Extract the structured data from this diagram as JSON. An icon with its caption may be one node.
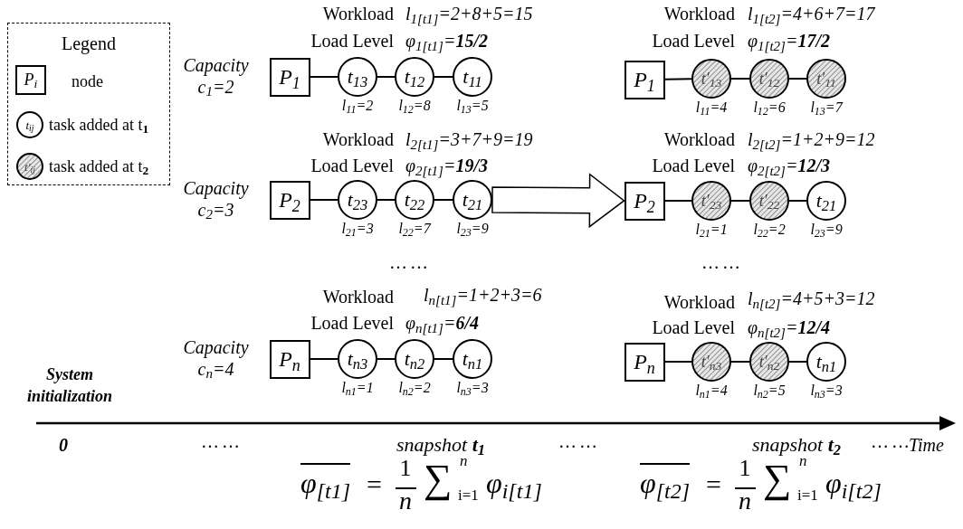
{
  "diagram": {
    "nodes": [
      {
        "text": [
          "Legend"
        ]
      },
      {
        "text": [
          "P$_{i}$"
        ],
        "in": 0,
        "beside": [
          "node"
        ]
      },
      {
        "text": [
          "t$_{ij}$"
        ],
        "in": 0,
        "beside": [
          "task added at t$_{1}$"
        ]
      },
      {
        "text": [
          "t′$_{ij}$"
        ],
        "in": 0,
        "beside": [
          "task added at t$_{2}$"
        ]
      },
      {
        "text": [
          "P$_{1}$"
        ],
        "beside": [
          "Capacity c$_{1}$=2"
        ]
      },
      {
        "text": [
          "t$_{13}$"
        ],
        "beside": [
          "l$_{11}$=2"
        ]
      },
      {
        "text": [
          "t$_{12}$"
        ],
        "beside": [
          "l$_{12}$=8"
        ]
      },
      {
        "text": [
          "t$_{11}$"
        ],
        "beside": [
          "l$_{13}$=5"
        ]
      },
      {
        "text": [
          "P$_{1}$"
        ]
      },
      {
        "text": [
          "t′$_{13}$"
        ],
        "beside": [
          "l$_{11}$=4"
        ]
      },
      {
        "text": [
          "t′$_{12}$"
        ],
        "beside": [
          "l$_{12}$=6"
        ]
      },
      {
        "text": [
          "t′$_{11}$"
        ],
        "beside": [
          "l$_{13}$=7"
        ]
      },
      {
        "text": [
          "P$_{2}$"
        ],
        "beside": [
          "Capacity c$_{2}$=3"
        ]
      },
      {
        "text": [
          "t$_{23}$"
        ],
        "beside": [
          "l$_{21}$=3"
        ]
      },
      {
        "text": [
          "t$_{22}$"
        ],
        "beside": [
          "l$_{22}$=7"
        ]
      },
      {
        "text": [
          "t$_{21}$"
        ],
        "beside": [
          "l$_{23}$=9"
        ]
      },
      {
        "text": [
          "P$_{2}$"
        ]
      },
      {
        "text": [
          "t′$_{23}$"
        ],
        "beside": [
          "l$_{21}$=1"
        ]
      },
      {
        "text": [
          "t′$_{22}$"
        ],
        "beside": [
          "l$_{22}$=2"
        ]
      },
      {
        "text": [
          "t$_{21}$"
        ],
        "beside": [
          "l$_{23}$=9"
        ]
      },
      {
        "text": [
          "P$_{n}$"
        ],
        "beside": [
          "Capacity c$_{n}$=4"
        ]
      },
      {
        "text": [
          "t$_{n3}$"
        ],
        "beside": [
          "l$_{n1}$=1"
        ]
      },
      {
        "text": [
          "t$_{n2}$"
        ],
        "beside": [
          "l$_{n2}$=2"
        ]
      },
      {
        "text": [
          "t$_{n1}$"
        ],
        "beside": [
          "l$_{n3}$=3"
        ]
      },
      {
        "text": [
          "P$_{n}$"
        ]
      },
      {
        "text": [
          "t′$_{n3}$"
        ],
        "beside": [
          "l$_{n1}$=4"
        ]
      },
      {
        "text": [
          "t′$_{n2}$"
        ],
        "beside": [
          "l$_{n2}$=5"
        ]
      },
      {
        "text": [
          "t$_{n1}$"
        ],
        "beside": [
          "l$_{n3}$=3"
        ]
      }
    ],
    "edges": [
      {
        "from": 4,
        "to": 5,
        "arrow": "none"
      },
      {
        "from": 5,
        "to": 6,
        "arrow": "none"
      },
      {
        "from": 6,
        "to": 7,
        "arrow": "none"
      },
      {
        "from": 8,
        "to": 9,
        "arrow": "none"
      },
      {
        "from": 9,
        "to": 10,
        "arrow": "none"
      },
      {
        "from": 10,
        "to": 11,
        "arrow": "none"
      },
      {
        "from": 12,
        "to": 13,
        "arrow": "none"
      },
      {
        "from": 13,
        "to": 14,
        "arrow": "none"
      },
      {
        "from": 14,
        "to": 15,
        "arrow": "none"
      },
      {
        "from": 16,
        "to": 17,
        "arrow": "none"
      },
      {
        "from": 17,
        "to": 18,
        "arrow": "none"
      },
      {
        "from": 18,
        "to": 19,
        "arrow": "none"
      },
      {
        "from": 20,
        "to": 21,
        "arrow": "none"
      },
      {
        "from": 21,
        "to": 22,
        "arrow": "none"
      },
      {
        "from": 22,
        "to": 23,
        "arrow": "none"
      },
      {
        "from": 24,
        "to": 25,
        "arrow": "none"
      },
      {
        "from": 25,
        "to": 26,
        "arrow": "none"
      },
      {
        "from": 26,
        "to": 27,
        "arrow": "none"
      },
      {
        "from": 15,
        "to": 16,
        "arrow": "to",
        "style": "thick"
      }
    ],
    "labels": [
      "Workload",
      "l$_{1[t1]}$=2+8+5=15",
      "Workload",
      "l$_{1[t2]}$=4+6+7=17",
      "Load Level",
      "φ$_{1[t1]}$=**15/2**",
      "Load Level",
      "φ$_{1[t2]}$=**17/2**",
      "Workload",
      "l$_{2[t1]}$=3+7+9=19",
      "Workload",
      "l$_{2[t2]}$=1+2+9=12",
      "Load Level",
      "φ$_{2[t1]}$=**19/3**",
      "Load Level",
      "φ$_{2[t2]}$=**12/3**",
      "……",
      "……",
      "Workload",
      "l$_{n[t1]}$=1+2+3=6",
      "Workload",
      "l$_{n[t2]}$=4+5+3=12",
      "Load Level",
      "φ$_{n[t1]}$=**6/4**",
      "Load Level",
      "φ$_{n[t2]}$=**12/4**",
      "System initialization",
      "0",
      "……",
      "snapshot **t$_{1}$**",
      "……",
      "snapshot **t$_{2}$**",
      "……",
      "Time",
      "φ$_{[t1]}$",
      "=",
      "1",
      "n",
      "∑",
      "n",
      "i=1",
      "φ$_{i[t1]}$",
      "φ$_{[t2]}$",
      "=",
      "1",
      "n",
      "∑",
      "n",
      "i=1",
      "φ$_{i[t2]}$"
    ]
  }
}
